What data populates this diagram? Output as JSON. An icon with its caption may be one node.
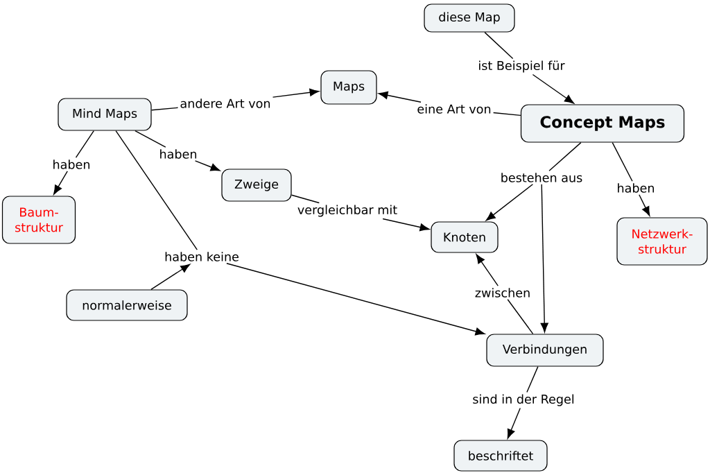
{
  "diagram": {
    "nodes": [
      {
        "text": [
          "diese Map"
        ]
      },
      {
        "text": [
          "Maps"
        ]
      },
      {
        "text": [
          "Mind Maps"
        ]
      },
      {
        "text": [
          "Concept Maps"
        ]
      },
      {
        "text": [
          "Zweige"
        ]
      },
      {
        "text": [
          "Baum- struktur"
        ]
      },
      {
        "text": [
          "Knoten"
        ]
      },
      {
        "text": [
          "Netzwerk- struktur"
        ]
      },
      {
        "text": [
          "normalerweise"
        ]
      },
      {
        "text": [
          "Verbindungen"
        ]
      },
      {
        "text": [
          "beschriftet"
        ]
      },
      {
        "text": [
          "ist Beispiel für"
        ]
      },
      {
        "text": [
          "andere Art von"
        ]
      },
      {
        "text": [
          "eine Art von"
        ]
      },
      {
        "text": [
          "haben"
        ]
      },
      {
        "text": [
          "haben"
        ]
      },
      {
        "text": [
          "bestehen aus"
        ]
      },
      {
        "text": [
          "haben"
        ]
      },
      {
        "text": [
          "vergleichbar mit"
        ]
      },
      {
        "text": [
          "haben keine"
        ]
      },
      {
        "text": [
          "zwischen"
        ]
      },
      {
        "text": [
          "sind in der Regel"
        ]
      }
    ],
    "edges": [
      {
        "from": 0,
        "to": 11,
        "arrow": "none"
      },
      {
        "from": 11,
        "to": 3,
        "arrow": "to"
      },
      {
        "from": 2,
        "to": 12,
        "arrow": "none"
      },
      {
        "from": 12,
        "to": 1,
        "arrow": "to"
      },
      {
        "from": 3,
        "to": 13,
        "arrow": "none"
      },
      {
        "from": 13,
        "to": 1,
        "arrow": "to"
      },
      {
        "from": 2,
        "to": 14,
        "arrow": "none"
      },
      {
        "from": 14,
        "to": 5,
        "arrow": "to"
      },
      {
        "from": 2,
        "to": 15,
        "arrow": "none"
      },
      {
        "from": 15,
        "to": 4,
        "arrow": "to"
      },
      {
        "from": 3,
        "to": 16,
        "arrow": "none"
      },
      {
        "from": 16,
        "to": 6,
        "arrow": "to"
      },
      {
        "from": 16,
        "to": 9,
        "arrow": "to"
      },
      {
        "from": 3,
        "to": 17,
        "arrow": "none"
      },
      {
        "from": 17,
        "to": 7,
        "arrow": "to"
      },
      {
        "from": 4,
        "to": 18,
        "arrow": "none"
      },
      {
        "from": 18,
        "to": 6,
        "arrow": "to"
      },
      {
        "from": 2,
        "to": 19,
        "arrow": "none"
      },
      {
        "from": 19,
        "to": 9,
        "arrow": "to"
      },
      {
        "from": 8,
        "to": 19,
        "arrow": "to"
      },
      {
        "from": 9,
        "to": 20,
        "arrow": "none"
      },
      {
        "from": 20,
        "to": 6,
        "arrow": "to"
      },
      {
        "from": 9,
        "to": 21,
        "arrow": "none"
      },
      {
        "from": 21,
        "to": 10,
        "arrow": "to"
      }
    ]
  }
}
